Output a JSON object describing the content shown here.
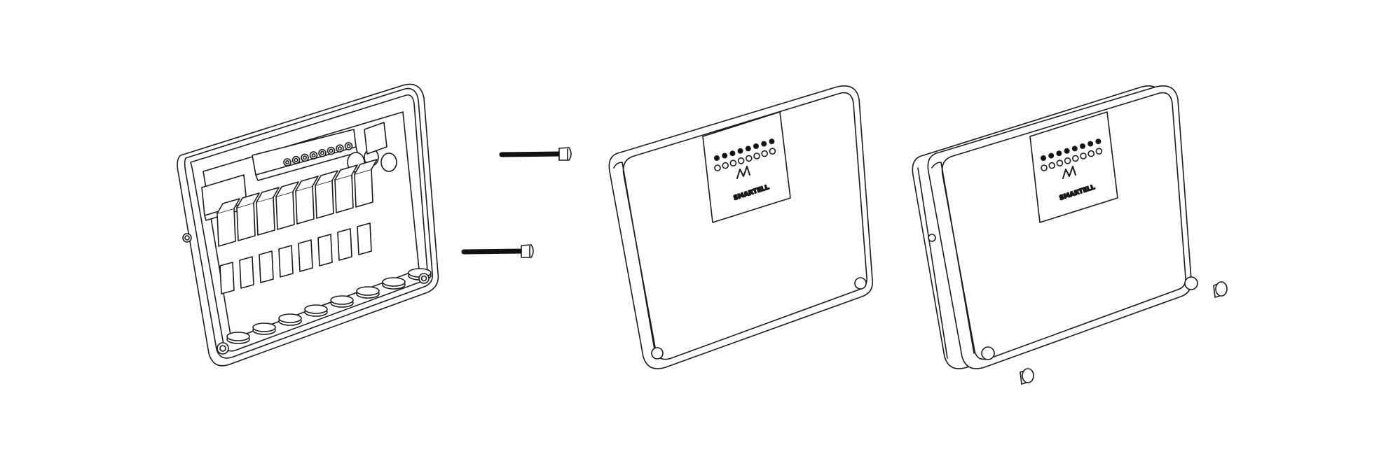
{
  "diagram": {
    "brand_label": "SMARTELL",
    "indicator_count": 8,
    "terminal_count": 8,
    "colors": {
      "line": "#1a1a1a",
      "fill": "#ffffff",
      "screw": "#111111"
    },
    "parts": [
      {
        "part": "base-open",
        "icon": "enclosure-base-with-relays"
      },
      {
        "part": "screws",
        "icon": "long-screw",
        "count": 2
      },
      {
        "part": "front-cover",
        "icon": "enclosure-cover"
      },
      {
        "part": "assembled-unit",
        "icon": "closed-enclosure"
      },
      {
        "part": "caps",
        "icon": "screw-cap",
        "count": 2
      }
    ]
  }
}
